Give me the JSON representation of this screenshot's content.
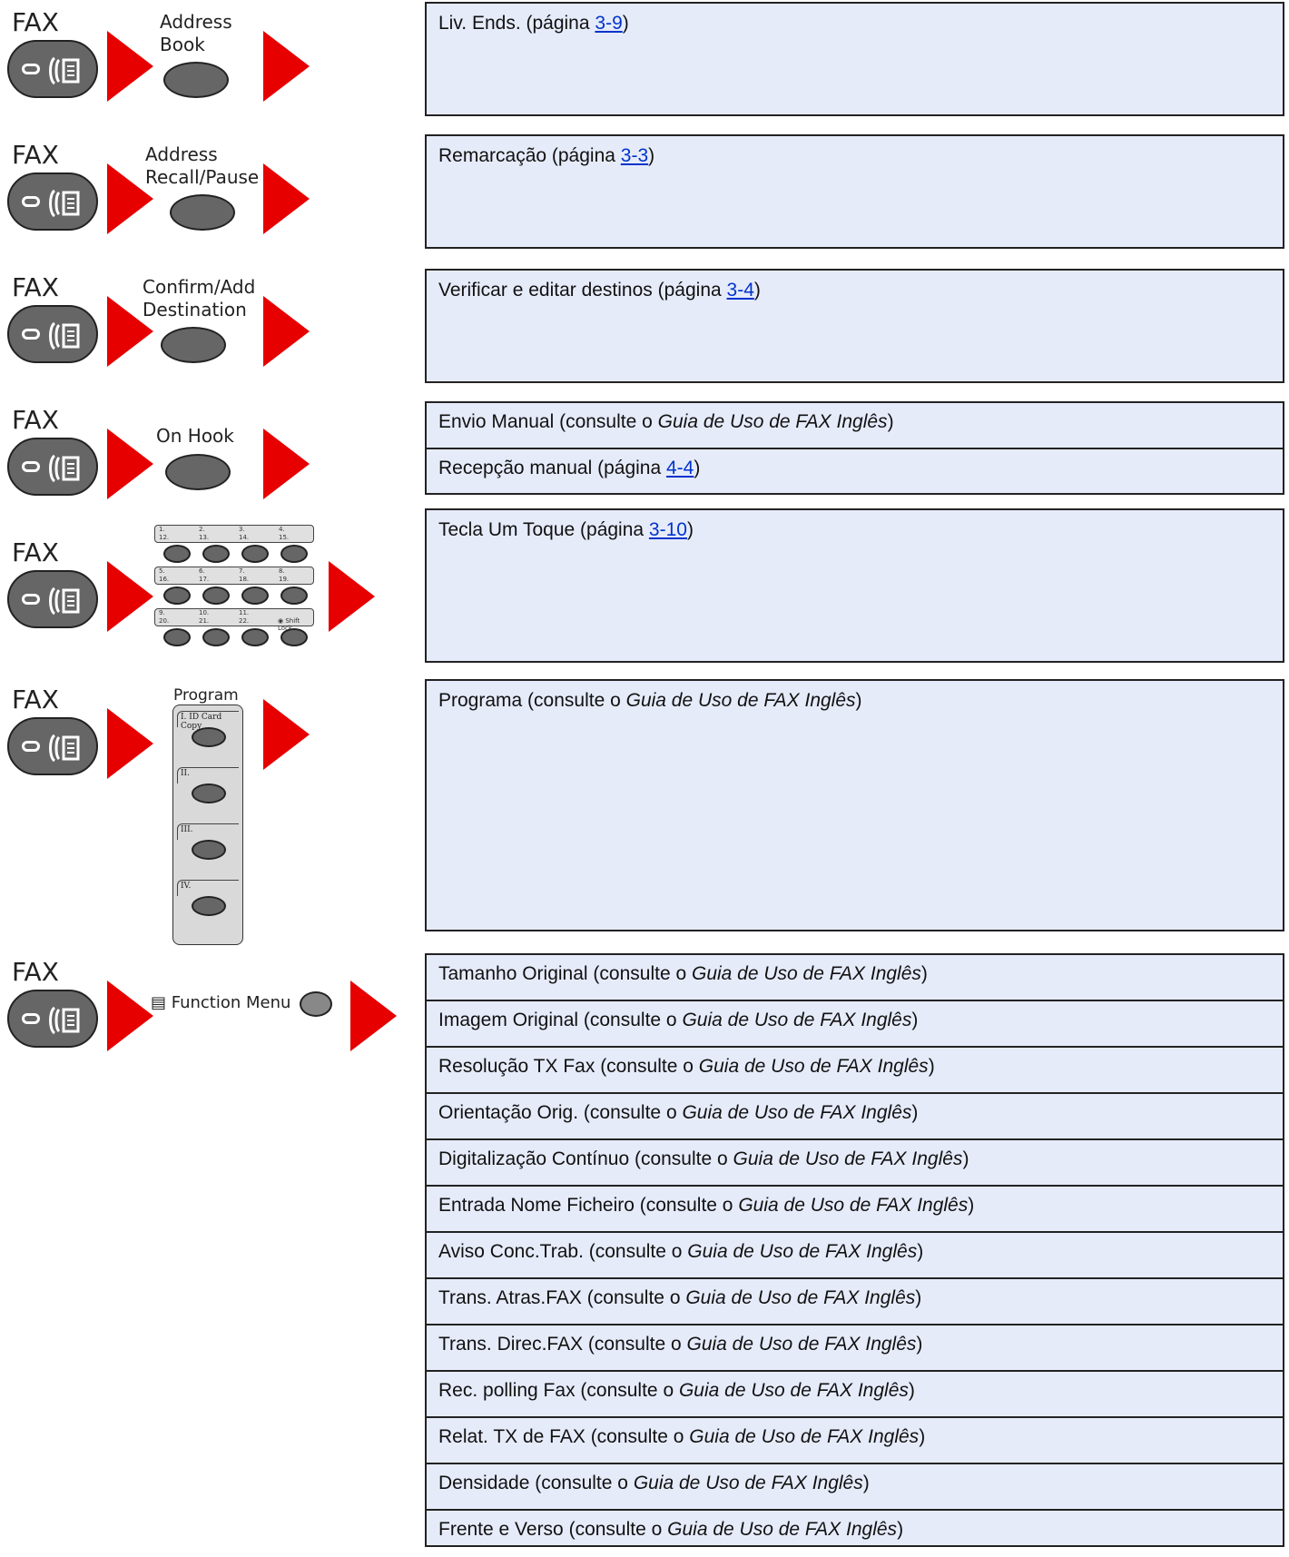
{
  "fax_label": "FAX",
  "sections": [
    {
      "button_lines": [
        "Address",
        "Book"
      ],
      "rows": [
        {
          "before": "Liv. Ends. (página ",
          "link": "3-9",
          "after": ")"
        }
      ]
    },
    {
      "button_lines": [
        "Address",
        "Recall/Pause"
      ],
      "rows": [
        {
          "before": "Remarcação (página ",
          "link": "3-3",
          "after": ")"
        }
      ]
    },
    {
      "button_lines": [
        "Confirm/Add",
        "Destination"
      ],
      "rows": [
        {
          "before": "Verificar e editar destinos (página ",
          "link": "3-4",
          "after": ")"
        }
      ]
    },
    {
      "button_lines": [
        "On Hook"
      ],
      "rows": [
        {
          "before": "Envio Manual (consulte o ",
          "ref": "Guia de Uso de FAX Inglês",
          "after": ")"
        },
        {
          "before": "Recepção manual (página ",
          "link": "4-4",
          "after": ")"
        }
      ]
    },
    {
      "keypad": {
        "strips": [
          {
            "top": [
              "1.",
              "2.",
              "3.",
              "4."
            ],
            "bottom": [
              "12.",
              "13.",
              "14.",
              "15."
            ]
          },
          {
            "top": [
              "5.",
              "6.",
              "7.",
              "8."
            ],
            "bottom": [
              "16.",
              "17.",
              "18.",
              "19."
            ]
          },
          {
            "top": [
              "9.",
              "10.",
              "11.",
              ""
            ],
            "bottom": [
              "20.",
              "21.",
              "22.",
              ""
            ]
          }
        ],
        "shift_lock": "Shift Lock"
      },
      "rows": [
        {
          "before": "Tecla Um Toque (página ",
          "link": "3-10",
          "after": ")"
        }
      ]
    },
    {
      "program": {
        "title": "Program",
        "slots": [
          "I. ID Card Copy",
          "II.",
          "III.",
          "IV."
        ]
      },
      "rows": [
        {
          "before": "Programa (consulte o ",
          "ref": "Guia de Uso de FAX Inglês",
          "after": ")"
        }
      ]
    },
    {
      "function_menu_label": "Function Menu",
      "rows": [
        {
          "before": "Tamanho Original (consulte o ",
          "ref": "Guia de Uso de FAX Inglês",
          "after": ")"
        },
        {
          "before": "Imagem Original (consulte o ",
          "ref": "Guia de Uso de FAX Inglês",
          "after": ")"
        },
        {
          "before": "Resolução TX Fax (consulte o ",
          "ref": "Guia de Uso de FAX Inglês",
          "after": ")"
        },
        {
          "before": "Orientação Orig. (consulte o ",
          "ref": "Guia de Uso de FAX Inglês",
          "after": ")"
        },
        {
          "before": "Digitalização Contínuo (consulte o ",
          "ref": "Guia de Uso de FAX Inglês",
          "after": ")"
        },
        {
          "before": "Entrada Nome Ficheiro (consulte o ",
          "ref": "Guia de Uso de FAX Inglês",
          "after": ")"
        },
        {
          "before": "Aviso Conc.Trab. (consulte o ",
          "ref": "Guia de Uso de FAX Inglês",
          "after": ")"
        },
        {
          "before": "Trans. Atras.FAX (consulte o ",
          "ref": "Guia de Uso de FAX Inglês",
          "after": ")"
        },
        {
          "before": "Trans. Direc.FAX (consulte o ",
          "ref": "Guia de Uso de FAX Inglês",
          "after": ")"
        },
        {
          "before": "Rec. polling Fax (consulte o ",
          "ref": "Guia de Uso de FAX Inglês",
          "after": ")"
        },
        {
          "before": "Relat. TX de FAX (consulte o ",
          "ref": "Guia de Uso de FAX Inglês",
          "after": ")"
        },
        {
          "before": "Densidade (consulte o ",
          "ref": "Guia de Uso de FAX Inglês",
          "after": ")"
        },
        {
          "before": "Frente e Verso (consulte o ",
          "ref": "Guia de Uso de FAX Inglês",
          "after": ")"
        }
      ]
    }
  ]
}
